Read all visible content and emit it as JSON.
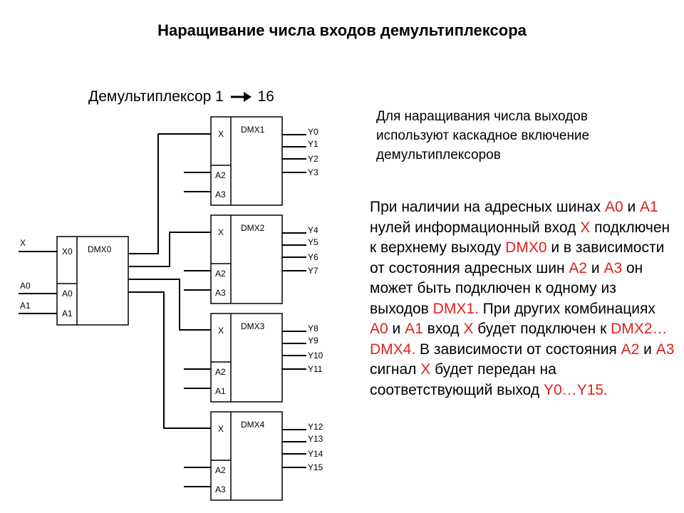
{
  "title": "Наращивание числа входов демультиплексора",
  "subtitle": {
    "prefix": "Демультиплексор 1",
    "suffix": "16"
  },
  "note": "Для наращивания числа выходов используют каскадное включение демультиплексоров",
  "paragraph": [
    {
      "t": "При наличии на адресных шинах ",
      "hl": false
    },
    {
      "t": "A0",
      "hl": true
    },
    {
      "t": " и ",
      "hl": false
    },
    {
      "t": "A1",
      "hl": true
    },
    {
      "t": " нулей информационный вход ",
      "hl": false
    },
    {
      "t": "X",
      "hl": true
    },
    {
      "t": " подключен к верхнему выходу ",
      "hl": false
    },
    {
      "t": "DMX0",
      "hl": true
    },
    {
      "t": " и в зависимости от состояния адресных шин ",
      "hl": false
    },
    {
      "t": "A2",
      "hl": true
    },
    {
      "t": " и ",
      "hl": false
    },
    {
      "t": "A3",
      "hl": true
    },
    {
      "t": " он может быть подключен к одному из выходов ",
      "hl": false
    },
    {
      "t": "DMX1.",
      "hl": true
    },
    {
      "t": " При других комбинациях ",
      "hl": false
    },
    {
      "t": "A0",
      "hl": true
    },
    {
      "t": " и ",
      "hl": false
    },
    {
      "t": "A1",
      "hl": true
    },
    {
      "t": " вход ",
      "hl": false
    },
    {
      "t": "X",
      "hl": true
    },
    {
      "t": " будет подключен к ",
      "hl": false
    },
    {
      "t": "DMX2… DMX4.",
      "hl": true
    },
    {
      "t": " В зависимости от состояния ",
      "hl": false
    },
    {
      "t": "A2",
      "hl": true
    },
    {
      "t": " и ",
      "hl": false
    },
    {
      "t": "A3",
      "hl": true
    },
    {
      "t": " сигнал ",
      "hl": false
    },
    {
      "t": "X",
      "hl": true
    },
    {
      "t": " будет передан на соответствующий выход ",
      "hl": false
    },
    {
      "t": "Y0…Y15.",
      "hl": true
    }
  ],
  "diagram": {
    "dmx0": {
      "name": "DMX0",
      "inputs": [
        "X0",
        "A0",
        "A1"
      ],
      "ext_labels": [
        "X",
        "A0",
        "A1"
      ]
    },
    "blocks": [
      {
        "name": "DMX1",
        "inputs": [
          "X",
          "A2",
          "A3"
        ],
        "outputs": [
          "Y0",
          "Y1",
          "Y2",
          "Y3"
        ]
      },
      {
        "name": "DMX2",
        "inputs": [
          "X",
          "A2",
          "A3"
        ],
        "outputs": [
          "Y4",
          "Y5",
          "Y6",
          "Y7"
        ]
      },
      {
        "name": "DMX3",
        "inputs": [
          "X",
          "A2",
          "A1"
        ],
        "outputs": [
          "Y8",
          "Y9",
          "Y10",
          "Y11"
        ]
      },
      {
        "name": "DMX4",
        "inputs": [
          "X",
          "A2",
          "A3"
        ],
        "outputs": [
          "Y12",
          "Y13",
          "Y14",
          "Y15"
        ]
      }
    ]
  },
  "colors": {
    "highlight": "#e0201c",
    "line": "#000000"
  }
}
